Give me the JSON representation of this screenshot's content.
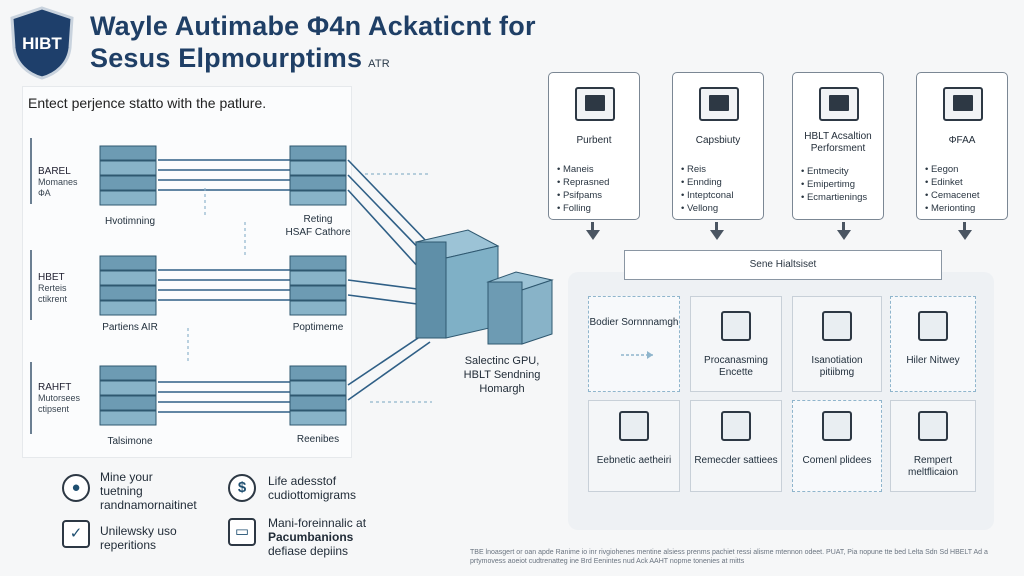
{
  "header": {
    "logo_text": "HIBT",
    "title_line1": "Wayle Autimabe Φ4n Ackaticnt for",
    "title_line2": "Sesus Elpmourptims",
    "title_suffix": "ATR",
    "instruction": "Entect perjence statto with the patlure."
  },
  "network": {
    "groups": [
      {
        "label": "BAREL",
        "sub1": "Momanes",
        "sub2": "ФА"
      },
      {
        "label": "HBET",
        "sub1": "Rerteis",
        "sub2": "ctikrent"
      },
      {
        "label": "RAHFT",
        "sub1": "Mutorsees",
        "sub2": "ctipsent"
      }
    ],
    "node_labels": [
      "Hvotimning",
      "Reting",
      "HSAF Cathore",
      "Partiens AIR",
      "Poptimeme",
      "Talsimone",
      "Reenibes"
    ],
    "center_label_1": "Salectinc GPU,",
    "center_label_2": "HBLT Sendning",
    "center_label_3": "Homargh"
  },
  "cards": [
    {
      "title": "Purbent",
      "items": [
        "Maneis",
        "Reprasned",
        "Psifpams",
        "Folling"
      ]
    },
    {
      "title": "Capsbiuty",
      "items": [
        "Reis",
        "Ennding",
        "Inteptconal",
        "Vellong"
      ]
    },
    {
      "title": "HBLT Acsaltion Perforsment",
      "items": [
        "Entmecity",
        "Emipertimg",
        "Ecmartienings"
      ]
    },
    {
      "title": "ΦFAA",
      "items": [
        "Eegon",
        "Edinket",
        "Cemacenet",
        "Merionting"
      ]
    }
  ],
  "services": {
    "bar_label": "Sene Hialtsiset",
    "tiles": [
      {
        "label": "Bodier Sornnnamgh",
        "icon": "arrows-icon"
      },
      {
        "label": "Procanasming Encette",
        "icon": "board-icon"
      },
      {
        "label": "Isanotiation pitiibmg",
        "icon": "network-icon"
      },
      {
        "label": "Hiler Nitwey",
        "icon": "router-icon"
      },
      {
        "label": "Eebnetic aetheiri",
        "icon": "document-icon"
      },
      {
        "label": "Remecder sattiees",
        "icon": "scanner-icon"
      },
      {
        "label": "Comenl plidees",
        "icon": "gears-icon"
      },
      {
        "label": "Rempert meltflicaion",
        "icon": "share-icon"
      }
    ]
  },
  "bottom": [
    {
      "line1": "Mine your",
      "line2": "tuetning",
      "line3": "randnamornaitinet",
      "icon": "location-pin-icon"
    },
    {
      "line1": "Life adesstof",
      "line2": "cudiottomigrams",
      "line3": "",
      "icon": "dollar-icon"
    },
    {
      "line1": "Unilewsky uso",
      "line2": "reperitions",
      "line3": "",
      "icon": "checklist-icon"
    },
    {
      "line1": "Mani-foreinnalic at",
      "line2": "Pacumbanions",
      "line3": "defiase depiins",
      "icon": "monitor-icon"
    }
  ],
  "footnote": "TBE lnoasgert or oan apde Ranime io inr rivgiohenes mentine alsiess prenms pachiet ressi alisme mtennon odeet. PUAT, Pia nopune tte bed Lelta Sdn Sd HBELT Ad a prtymovess aoeiot cudtrenatteg ine Brd Eenintes nud Ack AAHT nopme tonenies at mitts"
}
